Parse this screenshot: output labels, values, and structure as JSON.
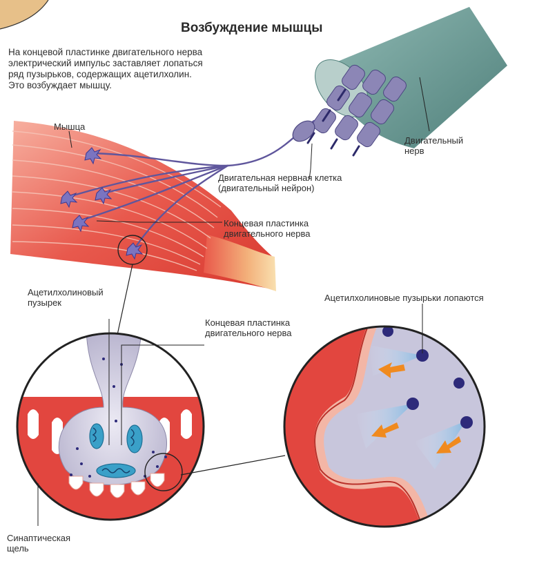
{
  "title": "Возбуждение мышцы",
  "intro": "На концевой пластинке двигательного нерва\nэлектрический импульс заставляет лопаться\nряд пузырьков, содержащих ацетилхолин.\nЭто возбуждает мышцу.",
  "labels": {
    "muscle": "Мышца",
    "motor_nerve": "Двигательный\nнерв",
    "motor_neuron": "Двигательная нервная клетка\n(двигательный нейрон)",
    "end_plate_top": "Концевая пластинка\nдвигательного нерва",
    "vesicle": "Ацетилхолиновый\nпузырек",
    "end_plate_inset": "Концевая пластинка\nдвигательного нерва",
    "vesicles_burst": "Ацетилхолиновые пузырьки лопаются",
    "synaptic_cleft": "Синаптическая\nщель"
  },
  "colors": {
    "muscle": "#e2463f",
    "muscle_light": "#f49a8a",
    "nerve_sheath": "#6f9f9a",
    "axon": "#6f65a8",
    "vesicle": "#2d2a7a",
    "arrow": "#f08a1e",
    "terminal": "#c9c6dc"
  }
}
